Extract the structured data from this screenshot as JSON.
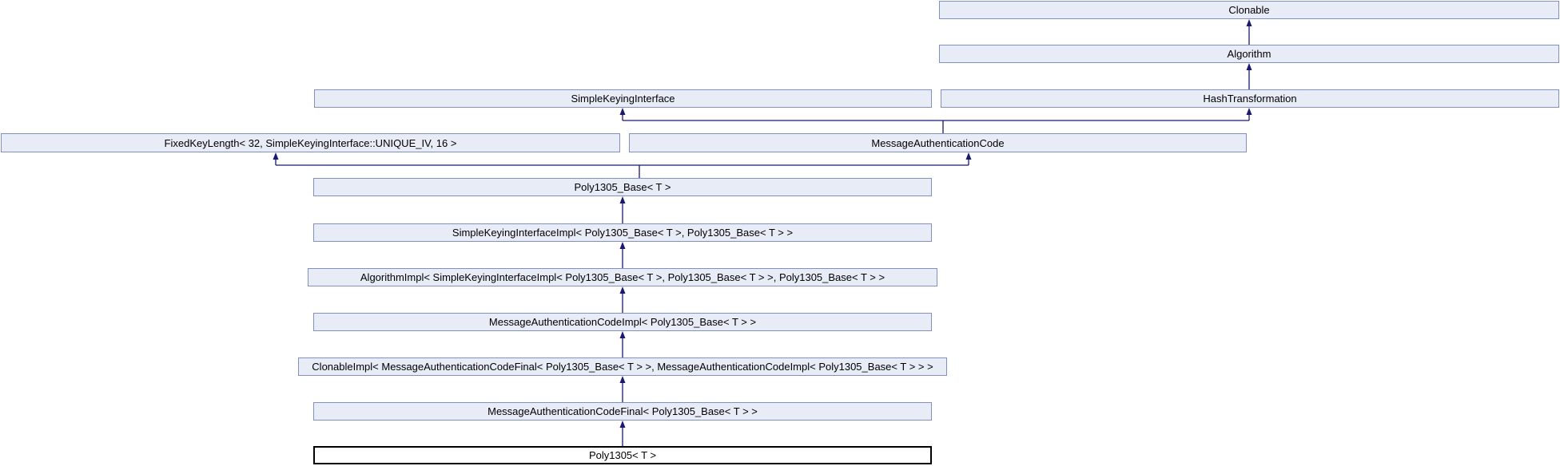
{
  "diagram": {
    "kind": "class-inheritance-graph",
    "current_class": "Poly1305< T >",
    "nodes": {
      "clonable": {
        "label": "Clonable"
      },
      "algorithm": {
        "label": "Algorithm"
      },
      "simple_keying_interface": {
        "label": "SimpleKeyingInterface"
      },
      "hash_transformation": {
        "label": "HashTransformation"
      },
      "fixed_key_length": {
        "label": "FixedKeyLength< 32, SimpleKeyingInterface::UNIQUE_IV, 16 >"
      },
      "message_authentication_code": {
        "label": "MessageAuthenticationCode"
      },
      "poly1305_base": {
        "label": "Poly1305_Base< T >"
      },
      "simple_keying_interface_impl": {
        "label": "SimpleKeyingInterfaceImpl< Poly1305_Base< T >, Poly1305_Base< T > >"
      },
      "algorithm_impl": {
        "label": "AlgorithmImpl< SimpleKeyingInterfaceImpl< Poly1305_Base< T >, Poly1305_Base< T > >, Poly1305_Base< T > >"
      },
      "message_authentication_code_impl": {
        "label": "MessageAuthenticationCodeImpl< Poly1305_Base< T > >"
      },
      "clonable_impl": {
        "label": "ClonableImpl< MessageAuthenticationCodeFinal< Poly1305_Base< T > >, MessageAuthenticationCodeImpl< Poly1305_Base< T > > >"
      },
      "message_authentication_code_final": {
        "label": "MessageAuthenticationCodeFinal< Poly1305_Base< T > >"
      },
      "poly1305": {
        "label": "Poly1305< T >"
      }
    },
    "edges": [
      {
        "from": "Algorithm",
        "to": "Clonable"
      },
      {
        "from": "HashTransformation",
        "to": "Algorithm"
      },
      {
        "from": "MessageAuthenticationCode",
        "to": "SimpleKeyingInterface"
      },
      {
        "from": "MessageAuthenticationCode",
        "to": "HashTransformation"
      },
      {
        "from": "Poly1305_Base< T >",
        "to": "FixedKeyLength< 32, SimpleKeyingInterface::UNIQUE_IV, 16 >"
      },
      {
        "from": "Poly1305_Base< T >",
        "to": "MessageAuthenticationCode"
      },
      {
        "from": "SimpleKeyingInterfaceImpl< Poly1305_Base< T >, Poly1305_Base< T > >",
        "to": "Poly1305_Base< T >"
      },
      {
        "from": "AlgorithmImpl< SimpleKeyingInterfaceImpl< Poly1305_Base< T >, Poly1305_Base< T > >, Poly1305_Base< T > >",
        "to": "SimpleKeyingInterfaceImpl< Poly1305_Base< T >, Poly1305_Base< T > >"
      },
      {
        "from": "MessageAuthenticationCodeImpl< Poly1305_Base< T > >",
        "to": "AlgorithmImpl< SimpleKeyingInterfaceImpl< Poly1305_Base< T >, Poly1305_Base< T > >, Poly1305_Base< T > >"
      },
      {
        "from": "ClonableImpl< MessageAuthenticationCodeFinal< Poly1305_Base< T > >, MessageAuthenticationCodeImpl< Poly1305_Base< T > > >",
        "to": "MessageAuthenticationCodeImpl< Poly1305_Base< T > >"
      },
      {
        "from": "MessageAuthenticationCodeFinal< Poly1305_Base< T > >",
        "to": "ClonableImpl< MessageAuthenticationCodeFinal< Poly1305_Base< T > >, MessageAuthenticationCodeImpl< Poly1305_Base< T > > >"
      },
      {
        "from": "Poly1305< T >",
        "to": "MessageAuthenticationCodeFinal< Poly1305_Base< T > >"
      }
    ],
    "colors": {
      "node_fill": "#E8ECF7",
      "node_border": "#8090C0",
      "edge": "#191970",
      "current_node_fill": "#FFFFFF",
      "current_node_border": "#000000",
      "text": "#000000",
      "background": "#FFFFFF"
    }
  }
}
